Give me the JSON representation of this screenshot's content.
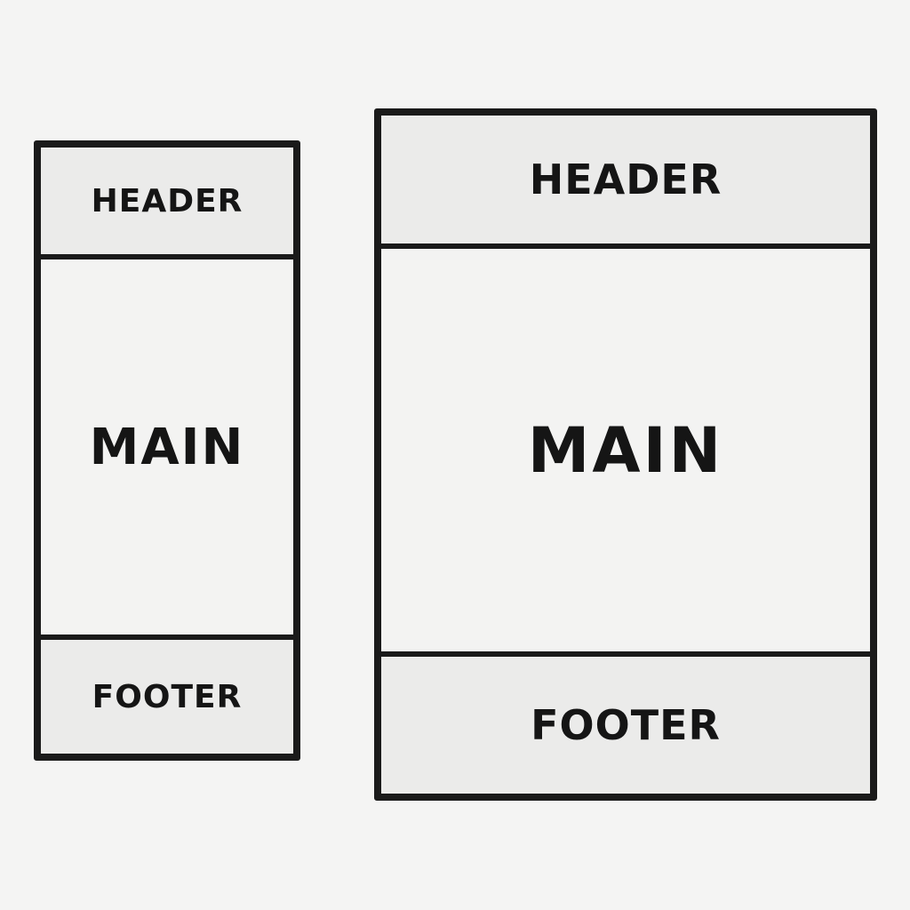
{
  "layouts": {
    "narrow": {
      "header": "HEADER",
      "main": "MAIN",
      "footer": "FOOTER"
    },
    "wide": {
      "header": "HEADER",
      "main": "MAIN",
      "footer": "FOOTER"
    }
  },
  "colors": {
    "background": "#f4f4f3",
    "border": "#1a1a1a",
    "header_footer_fill": "#ebebea",
    "main_fill": "#f3f3f2",
    "text": "#151515"
  }
}
